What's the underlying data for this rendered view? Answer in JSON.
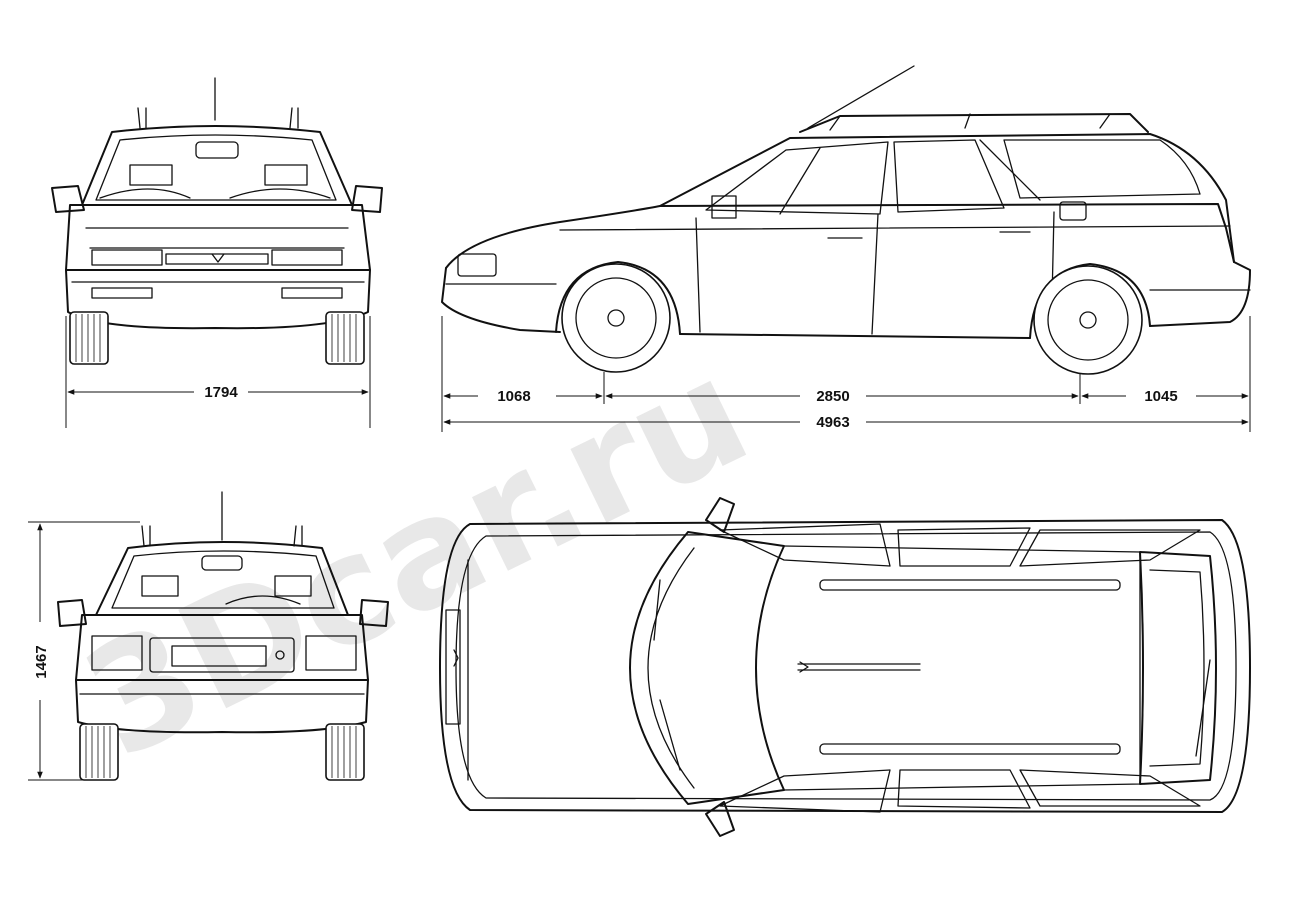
{
  "watermark": {
    "text": "3Dcar.ru"
  },
  "dimensions": {
    "front_overhang": "1068",
    "wheelbase": "2850",
    "rear_overhang": "1045",
    "overall_length": "4963",
    "width": "1794",
    "height": "1467"
  },
  "colors": {
    "line": "#111111",
    "watermark": "#d6d6d6",
    "background": "#ffffff"
  }
}
